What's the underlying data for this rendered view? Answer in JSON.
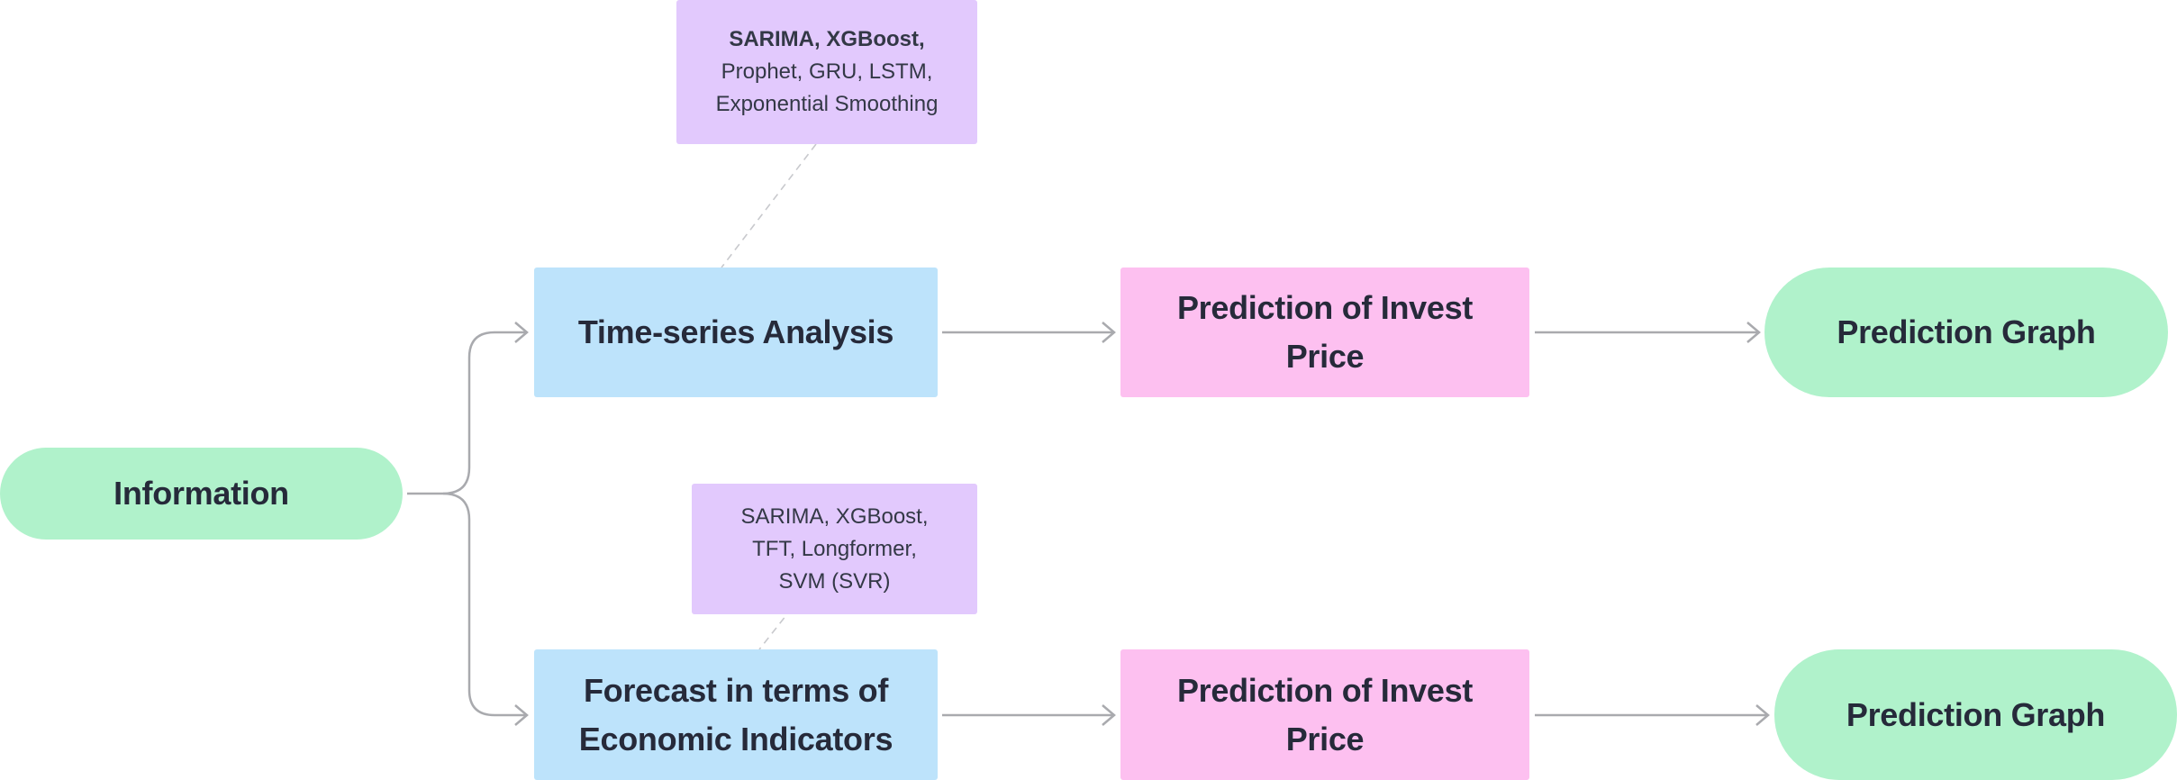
{
  "diagram": {
    "nodes": {
      "information": {
        "label": "Information"
      },
      "time_series": {
        "label": "Time-series Analysis"
      },
      "prediction_top": {
        "line1": "Prediction of Invest",
        "line2": "Price"
      },
      "graph_top": {
        "label": "Prediction Graph"
      },
      "economic": {
        "line1": "Forecast in terms of",
        "line2": "Economic Indicators"
      },
      "prediction_bottom": {
        "line1": "Prediction of Invest",
        "line2": "Price"
      },
      "graph_bottom": {
        "label": "Prediction Graph"
      }
    },
    "notes": {
      "time_series_models": {
        "line1": "SARIMA, XGBoost,",
        "line2": "Prophet, GRU, LSTM,",
        "line3": "Exponential Smoothing"
      },
      "economic_models": {
        "line1": "SARIMA, XGBoost,",
        "line2": "TFT, Longformer,",
        "line3": "SVM (SVR)"
      }
    },
    "colors": {
      "process_node": "#bde3fb",
      "prediction_node": "#fdc0f0",
      "terminal_node": "#b0f2cb",
      "note_node": "#e2c9fd",
      "connector": "#a9aaae"
    }
  }
}
